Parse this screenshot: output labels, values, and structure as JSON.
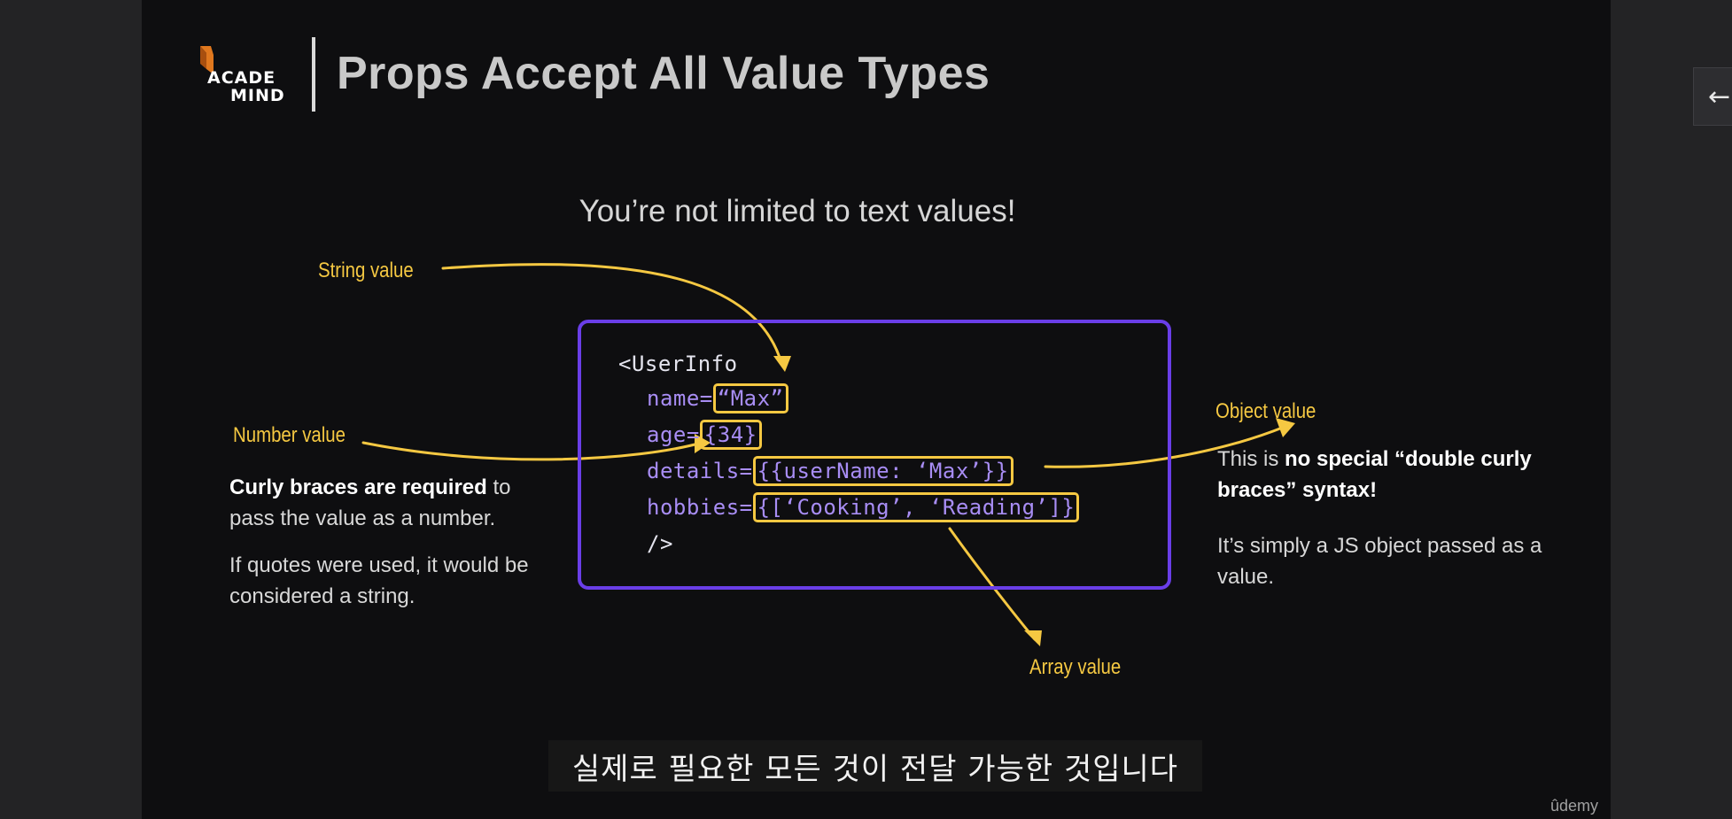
{
  "slide": {
    "logo_line1": "ACADE",
    "logo_line2": "MIND",
    "title": "Props Accept All Value Types",
    "subtitle": "You’re not limited to text values!"
  },
  "labels": {
    "string": "String value",
    "number": "Number value",
    "object": "Object value",
    "array": "Array value"
  },
  "code": {
    "open_tag": "<UserInfo",
    "name_attr": "name=",
    "name_value": "“Max”",
    "age_attr": "age=",
    "age_value": "{34}",
    "details_attr": "details=",
    "details_value": "{{userName: ‘Max’}}",
    "hobbies_attr": "hobbies=",
    "hobbies_value": "{[‘Cooking’, ‘Reading’]}",
    "close_tag": "/>"
  },
  "left_note": {
    "bold": "Curly braces are required",
    "rest": " to pass the value as a number.",
    "para2": "If quotes were used, it would be considered a string."
  },
  "right_note": {
    "prefix": "This is ",
    "bold": "no special “double curly braces” syntax!",
    "para2": "It’s simply a JS object passed as a value."
  },
  "caption": "실제로 필요한 모든 것이 전달 가능한 것입니다",
  "brand": "ûdemy",
  "back_button_icon": "arrow-left-icon",
  "colors": {
    "accent_yellow": "#f5c842",
    "code_purple": "#a88df4",
    "box_border": "#6a3ee8",
    "logo_orange": "#e0781e"
  }
}
